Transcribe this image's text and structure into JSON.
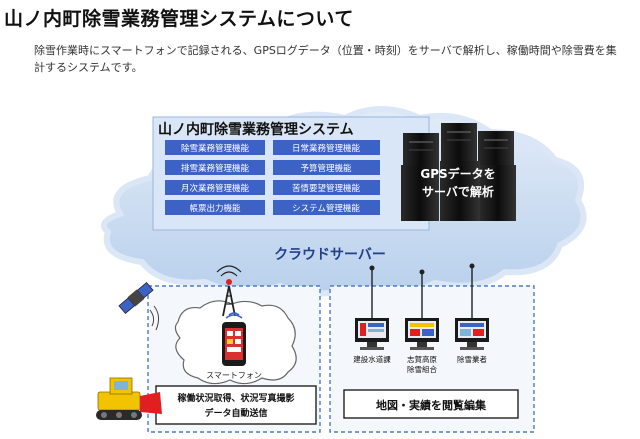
{
  "header": {
    "title": "山ノ内町除雪業務管理システムについて",
    "description": "除雪作業時にスマートフォンで記録される、GPSログデータ（位置・時刻）をサーバで解析し、稼働時間や除雪費を集計するシステムです。"
  },
  "system_box": {
    "title": "山ノ内町除雪業務管理システム",
    "functions": [
      "除雪業務管理機能",
      "日常業務管理機能",
      "排雪業務管理機能",
      "予算管理機能",
      "月次業務管理機能",
      "苦情要望管理機能",
      "帳票出力機能",
      "システム管理機能"
    ]
  },
  "server_label": [
    "GPSデータを",
    "サーバで解析"
  ],
  "cloud_label": "クラウドサーバー",
  "field": {
    "phone_label": "スマートフォン",
    "caption": [
      "稼働状況取得、状況写真撮影",
      "データ自動送信"
    ]
  },
  "office": {
    "computers": [
      {
        "label": [
          "建設水道課"
        ]
      },
      {
        "label": [
          "志賀高原",
          "除雪組合"
        ]
      },
      {
        "label": [
          "除雪業者"
        ]
      }
    ],
    "caption": "地図・実績を閲覧編集"
  },
  "colors": {
    "cloud_fill": "#c9dcf2",
    "cloud_label": "#24408a",
    "system_panel": "#d9e6f7",
    "function_button": "#3c62c6",
    "server_black": "#141414",
    "area_border": "#4f7bc4",
    "bulldozer": "#f2c300",
    "accent_red": "#e02020"
  }
}
